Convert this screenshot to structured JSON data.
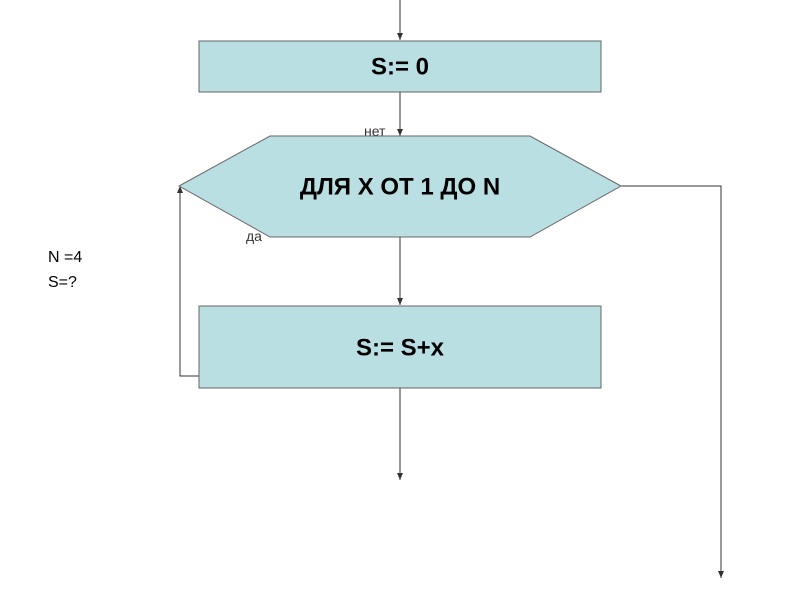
{
  "colors": {
    "block_fill": "#b9dfe2",
    "block_stroke": "#666666",
    "line": "#333333"
  },
  "nodes": {
    "init": {
      "label": "S:= 0"
    },
    "loop": {
      "label": "ДЛЯ Х ОТ 1 ДО N"
    },
    "body": {
      "label": "S:= S+x"
    }
  },
  "edge_labels": {
    "no": "нет",
    "yes": "да"
  },
  "notes": {
    "n_value": "N =4",
    "s_question": "S=?"
  }
}
